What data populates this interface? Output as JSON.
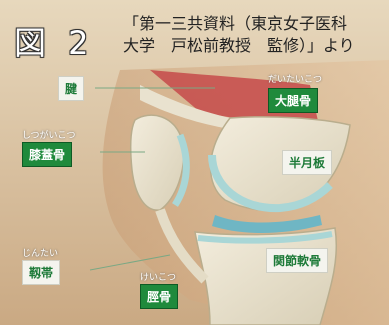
{
  "figure_label": "図 2",
  "source_lines": [
    "「第一三共資料（東京女子医科",
    "大学　戸松前教授　監修）」より"
  ],
  "labels": {
    "ken": {
      "text": "腱",
      "ruby": ""
    },
    "daitaikotsu": {
      "text": "大腿骨",
      "ruby": "だいたいこつ"
    },
    "shitsugaikotsu": {
      "text": "膝蓋骨",
      "ruby": "しつがいこつ"
    },
    "hangetsuban": {
      "text": "半月板",
      "ruby": ""
    },
    "jintai": {
      "text": "靱帯",
      "ruby": "じんたい"
    },
    "kansetsunankotsu": {
      "text": "関節軟骨",
      "ruby": ""
    },
    "keikotsu": {
      "text": "脛骨",
      "ruby": "けいこつ"
    }
  },
  "colors": {
    "green_label": "#1f8a3c",
    "white_label_text": "#1d7a38",
    "cartilage": "#a9d6d6",
    "muscle": "#c64a4a"
  }
}
